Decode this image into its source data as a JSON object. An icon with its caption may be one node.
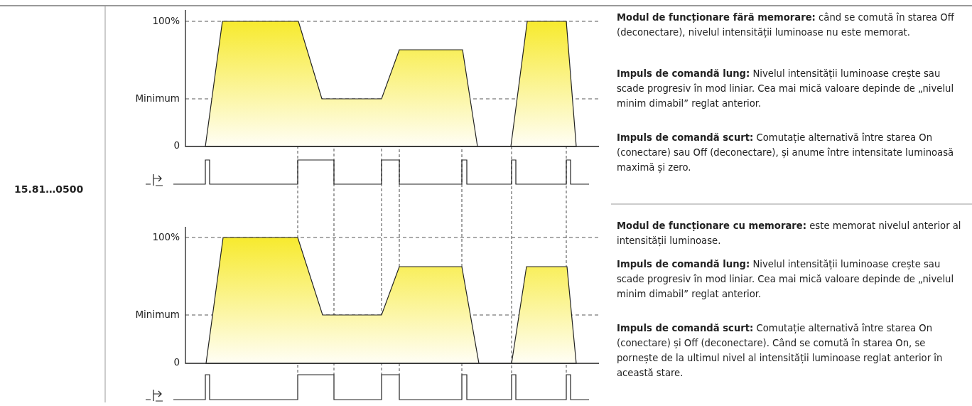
{
  "diagram": {
    "labels": [
      "15.81…0500",
      "100%",
      "Minimum",
      "0",
      "**Modul de funcționare fără memorare:** când se comută în starea Off (deconectare), nivelul intensității luminoase nu este memorat.",
      "**Impuls de comandă lung:** Nivelul intensității luminoase crește sau scade progresiv în mod liniar. Cea mai mică valoare depinde de „nivelul minim dimabil” reglat anterior.",
      "**Impuls de comandă scurt:** Comutație alternativă între starea On (conectare) sau Off (deconectare), și anume între intensitate luminoasă maximă și zero.",
      "100%",
      "Minimum",
      "0",
      "**Modul de funcționare cu memorare:** este memorat nivelul anterior al intensității luminoase.",
      "**Impuls de comandă lung:** Nivelul intensității luminoase crește sau scade progresiv în mod liniar. Cea mai mică valoare depinde de „nivelul minim dimabil” reglat anterior.",
      "**Impuls de comandă scurt:** Comutație alternativă între starea On (conectare) și Off (deconectare). Când se comută în starea On, se pornește de la ultimul nivel al intensității luminoase reglat anterior în această stare."
    ]
  }
}
